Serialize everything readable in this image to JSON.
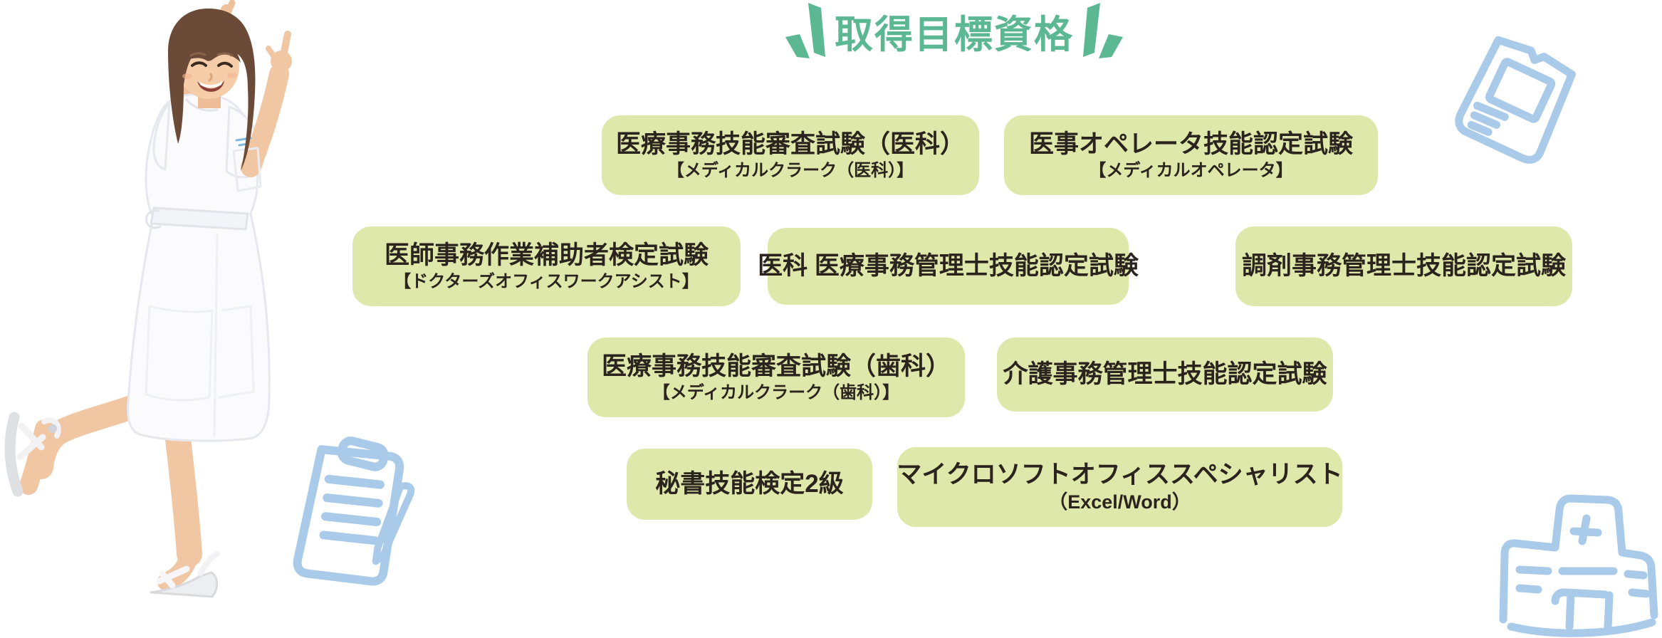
{
  "header": {
    "title": "取得目標資格"
  },
  "badges": [
    {
      "title": "医療事務技能審査試験（医科）",
      "subtitle": "【メディカルクラーク（医科）】"
    },
    {
      "title": "医事オペレータ技能認定試験",
      "subtitle": "【メディカルオペレータ】"
    },
    {
      "title": "医師事務作業補助者検定試験",
      "subtitle": "【ドクターズオフィスワークアシスト】"
    },
    {
      "title": "医科 医療事務管理士技能認定試験",
      "subtitle": ""
    },
    {
      "title": "調剤事務管理士技能認定試験",
      "subtitle": ""
    },
    {
      "title": "医療事務技能審査試験（歯科）",
      "subtitle": "【メディカルクラーク（歯科）】"
    },
    {
      "title": "介護事務管理士技能認定試験",
      "subtitle": ""
    },
    {
      "title": "秘書技能検定2級",
      "subtitle": ""
    },
    {
      "title": "マイクロソフトオフィススペシャリスト",
      "subtitle": "（Excel/Word）"
    }
  ],
  "icons": {
    "left_emphasis": "emphasis-lines-left-icon",
    "right_emphasis": "emphasis-lines-right-icon",
    "top_right": "computer-doodle-icon",
    "bottom_left": "clipboard-pen-doodle-icon",
    "bottom_right": "hospital-doodle-icon"
  },
  "colors": {
    "accent_green": "#5cb893",
    "badge_bg": "#dfe8ab",
    "badge_text": "#2a231e",
    "doodle_blue": "#a9cae9"
  }
}
